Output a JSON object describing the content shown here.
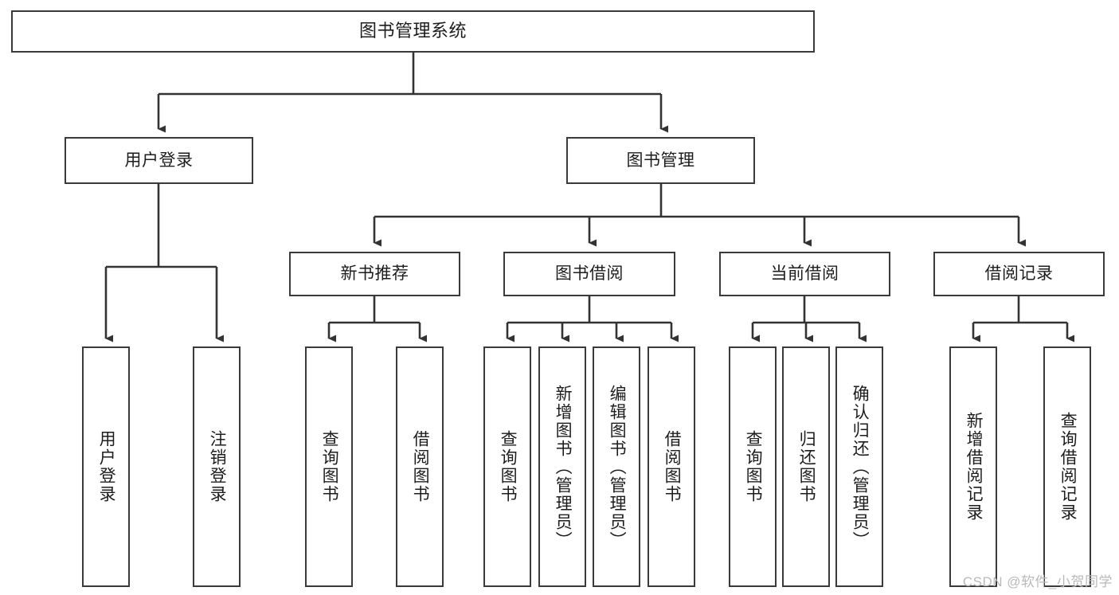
{
  "diagram": {
    "title": "图书管理系统",
    "type": "tree-hierarchy",
    "watermark": "CSDN @软件_小贺同学",
    "colors": {
      "background": "#ffffff",
      "box_border": "#3a3a3a",
      "box_fill": "#ffffff",
      "connector": "#333333",
      "text": "#1d1d1d",
      "watermark": "#b9b9b9"
    },
    "root": {
      "label": "图书管理系统"
    },
    "level1": [
      {
        "label": "用户登录"
      },
      {
        "label": "图书管理"
      }
    ],
    "level2": [
      {
        "label": "新书推荐"
      },
      {
        "label": "图书借阅"
      },
      {
        "label": "当前借阅"
      },
      {
        "label": "借阅记录"
      }
    ],
    "leaves": {
      "user_login": [
        {
          "label": "用户登录"
        },
        {
          "label": "注销登录"
        }
      ],
      "new_book_recommend": [
        {
          "label": "查询图书"
        },
        {
          "label": "借阅图书"
        }
      ],
      "book_borrow": [
        {
          "label": "查询图书"
        },
        {
          "label": "新增图书（管理员）"
        },
        {
          "label": "编辑图书（管理员）"
        },
        {
          "label": "借阅图书"
        }
      ],
      "current_borrow": [
        {
          "label": "查询图书"
        },
        {
          "label": "归还图书"
        },
        {
          "label": "确认归还（管理员）"
        }
      ],
      "borrow_record": [
        {
          "label": "新增借阅记录"
        },
        {
          "label": "查询借阅记录"
        }
      ]
    }
  }
}
